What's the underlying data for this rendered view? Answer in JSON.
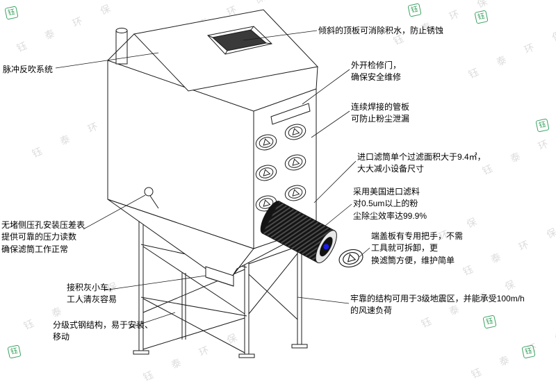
{
  "watermark": {
    "text": "钰 泰 环 保",
    "seal_char": "钰",
    "text_color": "#dcdcdc",
    "seal_color": "#38a15e"
  },
  "annotations": {
    "pulse_system": "脉冲反吹系统",
    "sloped_top": "倾斜的顶板可消除积水，防止锈蚀",
    "access_door": "外开检修门，\n确保安全维修",
    "tube_sheet": "连续焊接的管板\n可防止粉尘泄漏",
    "filter_area": "进口滤筒单个过滤面积大于9.4㎡，\n大大减小设备尺寸",
    "filter_media": "采用美国进口滤料\n对0.5um以上的粉\n尘除尘效率达99.9%",
    "end_cover": "端盖板有专用把手，不需\n工具就可拆卸，更\n换滤筒方便，维护简单",
    "structure": "牢靠的结构可用于3级地震区，并能承受100m/h\n的风速负荷",
    "pressure_gauge": "无堵侧压孔安装压差表\n提供可靠的压力读数\n确保滤筒工作正常",
    "ash_cart": "接积灰小车，\n工人清灰容易",
    "steel_structure": "分级式钢结构，易于安装、\n移动"
  }
}
